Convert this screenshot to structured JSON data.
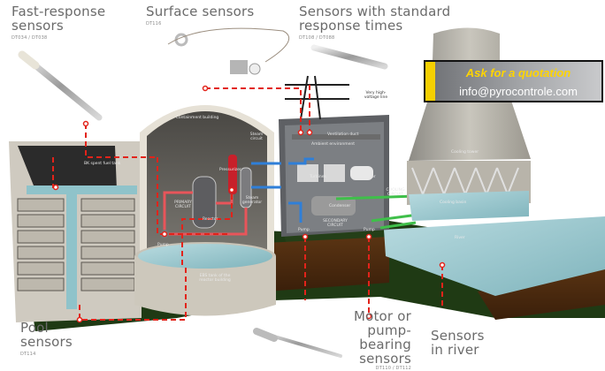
{
  "title": "Nuclear power plant temperature sensor locations",
  "headings": {
    "fast_response": {
      "line1": "Fast-response",
      "line2": "sensors",
      "code": "DT034 / DT038"
    },
    "surface": {
      "line1": "Surface sensors",
      "code": "DT116"
    },
    "standard_response": {
      "line1": "Sensors with standard",
      "line2": "response times",
      "code": "DT108 / DT088"
    },
    "pool": {
      "line1": "Pool",
      "line2": "sensors",
      "code": "DT114"
    },
    "motor_pump": {
      "line1": "Motor or",
      "line2": "pump-bearing",
      "line3": "sensors",
      "code": "DT110 / DT112"
    },
    "river": {
      "line1": "Sensors",
      "line2": "in river"
    }
  },
  "quotation": {
    "title": "Ask for a quotation",
    "email": "info@pyrocontrole.com"
  },
  "plant_labels": {
    "containment": "Containment building",
    "steam_circuit": "Steam circuit",
    "pressurizer": "Pressurizer",
    "primary_circuit": "PRIMARY CIRCUIT",
    "reactor": "Reactor",
    "steam_generator": "Steam generator",
    "pump_primary": "Pump",
    "ebs_tank": "EBS tank of the reactor building",
    "spent_fuel": "BK spent fuel tank",
    "hv_line": "Very high-voltage line",
    "ventilation": "Ventilation duct",
    "ambient": "Ambient environment",
    "turbines": "Turbines",
    "alternator": "Alternator",
    "condenser": "Condenser",
    "secondary_circuit": "SECONDARY CIRCUIT",
    "pump_secondary_1": "Pump",
    "pump_secondary_2": "Pump",
    "cooling_circuit": "COOLING CIRCUIT",
    "cooling_tower": "Cooling tower",
    "cooling_basin": "Cooling basin",
    "river": "River"
  },
  "colors": {
    "sensor_line": "#e2231a",
    "primary_pipe": "#e8555a",
    "steam_pipe": "#2f7fd8",
    "cooling_pipe": "#3fbf4a",
    "quote_accent": "#f5d000",
    "quote_title": "#ffd400"
  }
}
